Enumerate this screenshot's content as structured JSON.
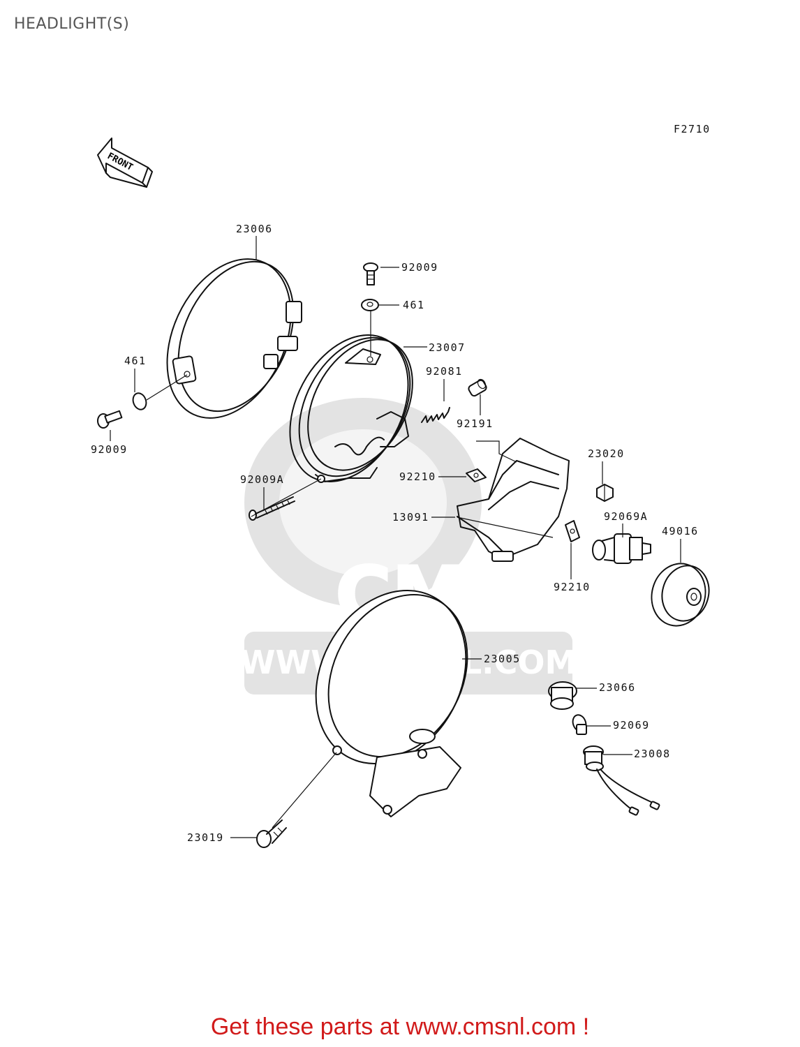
{
  "title": "HEADLIGHT(S)",
  "figure_code": "F2710",
  "front_arrow": "FRONT",
  "watermark": {
    "brand": "CMS",
    "url": "WWW.CMSNL.COM"
  },
  "callouts": {
    "c23006": "23006",
    "c92009_top": "92009",
    "c461_top": "461",
    "c23007": "23007",
    "c92081": "92081",
    "c461_left": "461",
    "c92009_left": "92009",
    "c92191": "92191",
    "c92009A": "92009A",
    "c23020": "23020",
    "c92210_top": "92210",
    "c13091": "13091",
    "c92069A": "92069A",
    "c49016": "49016",
    "c92210_bottom": "92210",
    "c23005": "23005",
    "c23066": "23066",
    "c92069": "92069",
    "c23008": "23008",
    "c23019": "23019"
  },
  "promo_text": "Get these parts at www.cmsnl.com !",
  "colors": {
    "promo": "#d11a1a",
    "title": "#555555",
    "watermark": "#e3e3e3"
  }
}
